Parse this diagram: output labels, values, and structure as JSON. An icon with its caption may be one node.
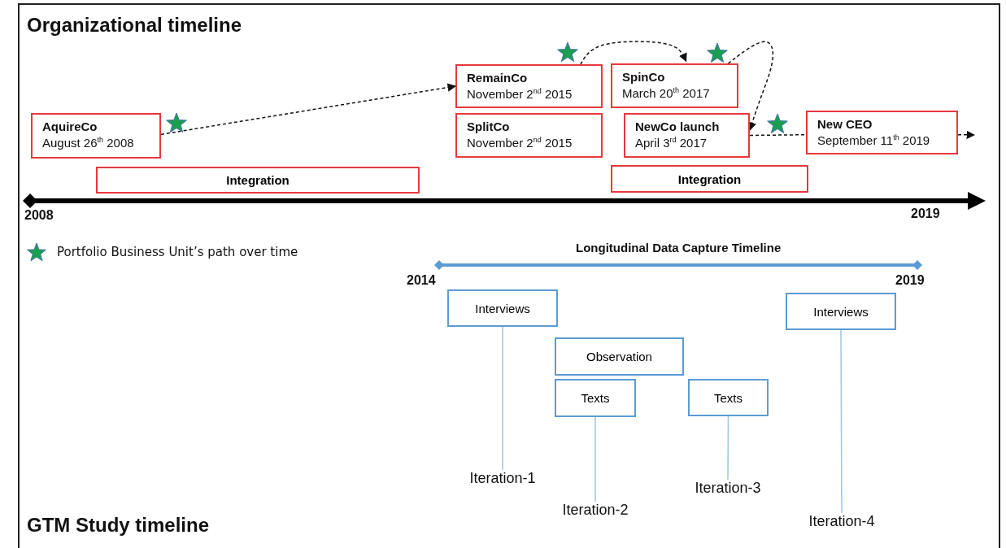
{
  "diagram": {
    "title": "Organizational timeline",
    "nodes": [
      {
        "text": [
          "AquireCo",
          "August 26$^{th}$ 2008"
        ]
      },
      {
        "text": [
          "Integration"
        ]
      },
      {
        "text": [
          "RemainCo",
          "November 2$^{nd}$ 2015"
        ]
      },
      {
        "text": [
          "SplitCo",
          "November 2$^{nd}$ 2015"
        ]
      },
      {
        "text": [
          "SpinCo",
          "March 20$^{th}$ 2017"
        ]
      },
      {
        "text": [
          "NewCo launch",
          "April 3$^{rd}$ 2017"
        ]
      },
      {
        "text": [
          "New CEO",
          "September 11$^{th}$ 2019"
        ]
      },
      {
        "text": [
          "Integration"
        ]
      },
      {
        "text": [
          "Interviews"
        ]
      },
      {
        "text": [
          "Observation"
        ]
      },
      {
        "text": [
          "Texts"
        ]
      },
      {
        "text": [
          "Texts"
        ]
      },
      {
        "text": [
          "Interviews"
        ]
      },
      {
        "text": [
          "Iteration-1"
        ]
      },
      {
        "text": [
          "Iteration-2"
        ]
      },
      {
        "text": [
          "Iteration-3"
        ]
      },
      {
        "text": [
          "Iteration-4"
        ]
      }
    ],
    "edges": [
      {
        "from": 0,
        "to": 2,
        "arrow": "to",
        "style": "dashed"
      },
      {
        "from": 2,
        "to": 4,
        "arrow": "to",
        "style": "dashed"
      },
      {
        "from": 4,
        "to": 5,
        "arrow": "to",
        "style": "dashed"
      },
      {
        "from": 5,
        "to": 6,
        "arrow": "none",
        "style": "dashed"
      },
      {
        "from": 6,
        "to": null,
        "arrow": "to",
        "style": "dashed"
      },
      {
        "from": 8,
        "to": 13,
        "arrow": "none",
        "color": "#9dc3e6"
      },
      {
        "from": 10,
        "to": 14,
        "arrow": "none",
        "color": "#9dc3e6"
      },
      {
        "from": 11,
        "to": 15,
        "arrow": "none",
        "color": "#9dc3e6"
      },
      {
        "from": 12,
        "to": 16,
        "arrow": "none",
        "color": "#9dc3e6"
      }
    ],
    "labels": [
      "2008",
      "2019",
      "Longitudinal Data Capture Timeline",
      "2014",
      "2019",
      "GTM Study timeline"
    ],
    "legend": [
      {
        "text": "Portfolio Business Unit’s path over time"
      }
    ]
  }
}
